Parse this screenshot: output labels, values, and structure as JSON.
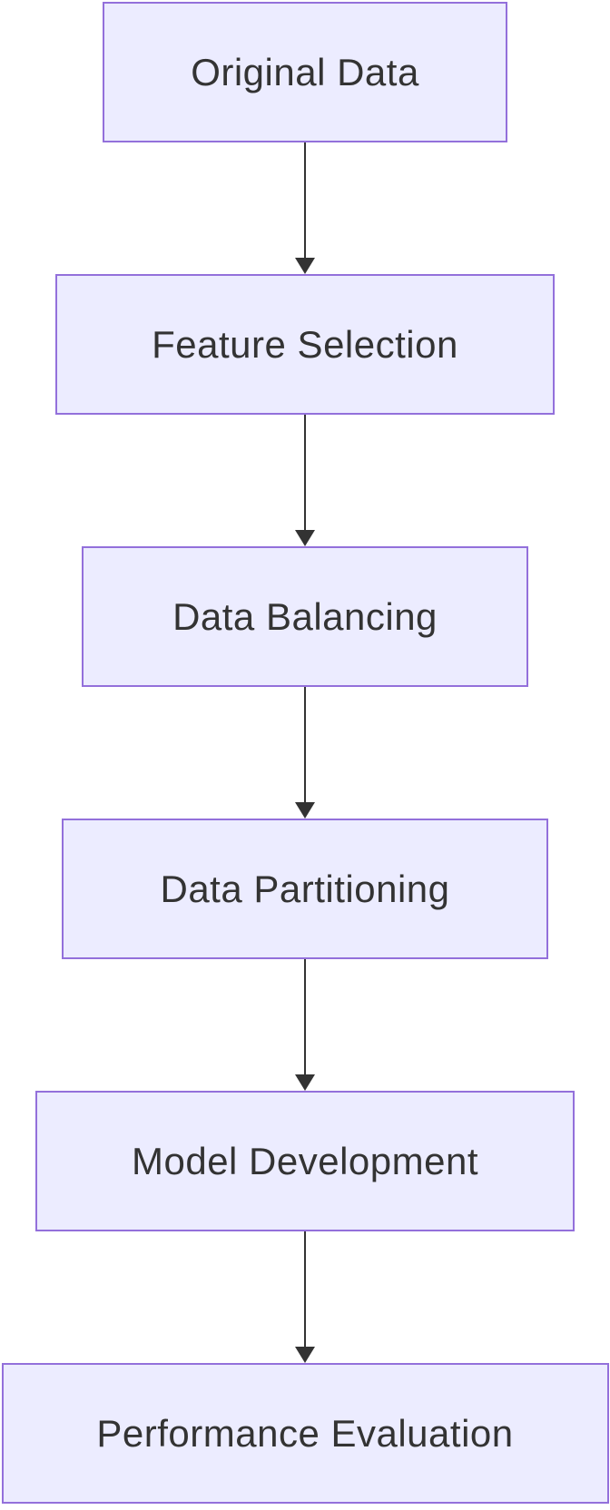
{
  "diagram": {
    "type": "flowchart",
    "direction": "top-down",
    "nodes": [
      {
        "id": "original-data",
        "label": "Original Data"
      },
      {
        "id": "feature-selection",
        "label": "Feature Selection"
      },
      {
        "id": "data-balancing",
        "label": "Data Balancing"
      },
      {
        "id": "data-partitioning",
        "label": "Data Partitioning"
      },
      {
        "id": "model-development",
        "label": "Model Development"
      },
      {
        "id": "performance-evaluation",
        "label": "Performance Evaluation"
      }
    ],
    "edges": [
      {
        "from": "Original Data",
        "to": "Feature Selection",
        "arrow": "down"
      },
      {
        "from": "Feature Selection",
        "to": "Data Balancing",
        "arrow": "down"
      },
      {
        "from": "Data Balancing",
        "to": "Data Partitioning",
        "arrow": "down"
      },
      {
        "from": "Data Partitioning",
        "to": "Model Development",
        "arrow": "down"
      },
      {
        "from": "Model Development",
        "to": "Performance Evaluation",
        "arrow": "down"
      }
    ],
    "colors": {
      "node_fill": "#ECECFF",
      "node_border": "#9370DB",
      "node_text": "#333333",
      "arrow": "#333333",
      "background": "#FFFFFF"
    }
  }
}
